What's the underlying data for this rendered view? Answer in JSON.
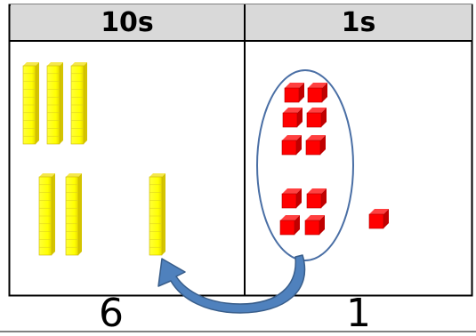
{
  "table": {
    "columns": [
      {
        "header": "10s",
        "digit": "6"
      },
      {
        "header": "1s",
        "digit": "1"
      }
    ]
  },
  "colors": {
    "header_fill": "#d9d9d9",
    "rod_fill": "#ffff00",
    "rod_edge": "#c8b400",
    "cube_fill": "#ff0000",
    "cube_edge": "#b00000",
    "ellipse_stroke": "#4a6fa5",
    "arrow_fill": "#4f81bd"
  },
  "blocks": {
    "tens_rods": 6,
    "circled_ones_cubes": 10,
    "loose_ones_cubes": 1
  },
  "icons": {
    "regroup_arrow": "curved-arrow-icon"
  }
}
